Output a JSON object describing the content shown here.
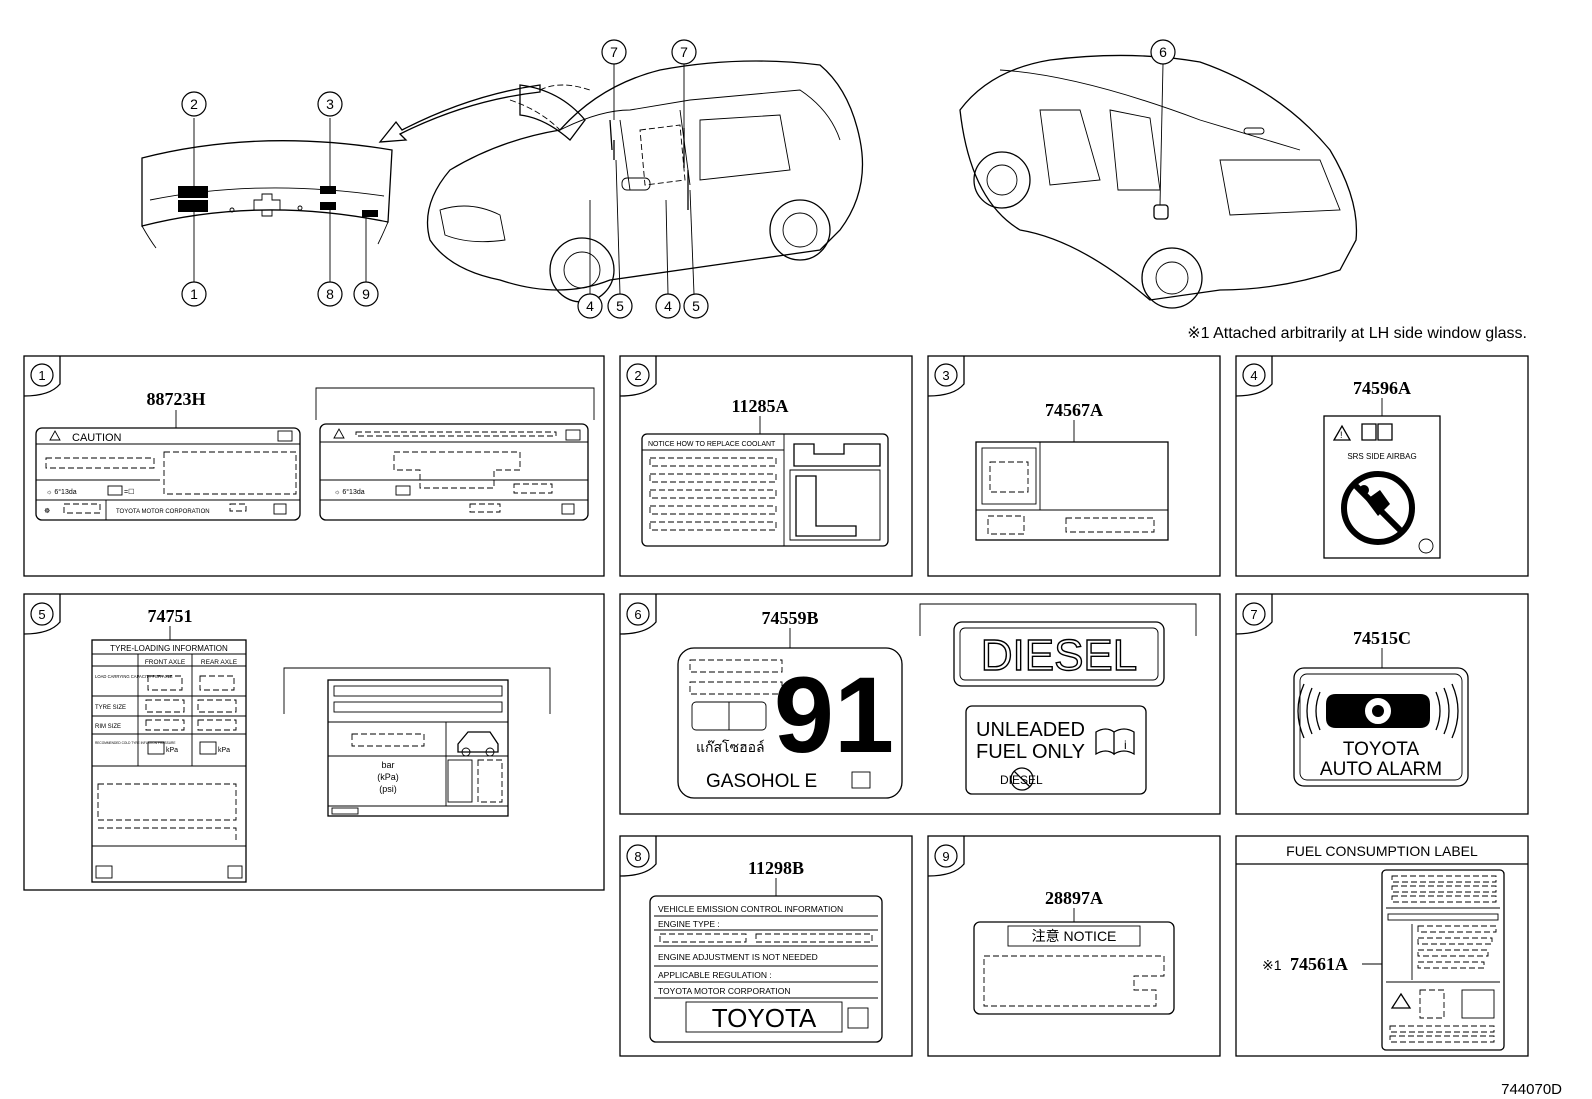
{
  "overview": {
    "callouts": [
      "1",
      "2",
      "3",
      "4",
      "5",
      "6",
      "7",
      "8",
      "9"
    ],
    "footnote": "※1  Attached arbitrarily at LH side window glass."
  },
  "panels": {
    "p1": {
      "no": "1",
      "part": "88723H",
      "caution": "CAUTION",
      "maker": "TOYOTA MOTOR CORPORATION"
    },
    "p2": {
      "no": "2",
      "part": "11285A",
      "header": "NOTICE HOW TO REPLACE COOLANT"
    },
    "p3": {
      "no": "3",
      "part": "74567A"
    },
    "p4": {
      "no": "4",
      "part": "74596A",
      "text": "SRS  SIDE  AIRBAG"
    },
    "p5": {
      "no": "5",
      "part": "74751",
      "title": "TYRE-LOADING INFORMATION",
      "front": "FRONT AXLE",
      "rear": "REAR AXLE",
      "row1": "LOAD CARRYING CAPACITY PER AXLE",
      "row2": "TYRE SIZE",
      "row3": "RIM SIZE",
      "row4": "RECOMMENDED COLD TYRE INFLATION PRESSURE",
      "kpa": "kPa",
      "bar": "bar",
      "kpa2": "(kPa)",
      "psi": "(psi)"
    },
    "p6": {
      "no": "6",
      "part": "74559B",
      "big": "91",
      "thai": "แก๊สโซฮอล์",
      "gasohol": "GASOHOL  E",
      "diesel": "DIESEL",
      "unleaded": "UNLEADED",
      "fuel_only": "FUEL ONLY",
      "diesel_small": "DIESEL"
    },
    "p7": {
      "no": "7",
      "part": "74515C",
      "brand": "TOYOTA",
      "alarm": "AUTO ALARM"
    },
    "p8": {
      "no": "8",
      "part": "11298B",
      "l1": "VEHICLE EMISSION CONTROL INFORMATION",
      "l2": "ENGINE TYPE :",
      "l3": "ENGINE ADJUSTMENT IS NOT NEEDED",
      "l4": "APPLICABLE REGULATION :",
      "l5": "TOYOTA MOTOR CORPORATION",
      "brand": "TOYOTA"
    },
    "p9": {
      "no": "9",
      "part": "28897A",
      "notice": "注意 NOTICE"
    },
    "p10": {
      "title": "FUEL CONSUMPTION LABEL",
      "mark": "※1",
      "part": "74561A"
    }
  },
  "diagram_id": "744070D"
}
